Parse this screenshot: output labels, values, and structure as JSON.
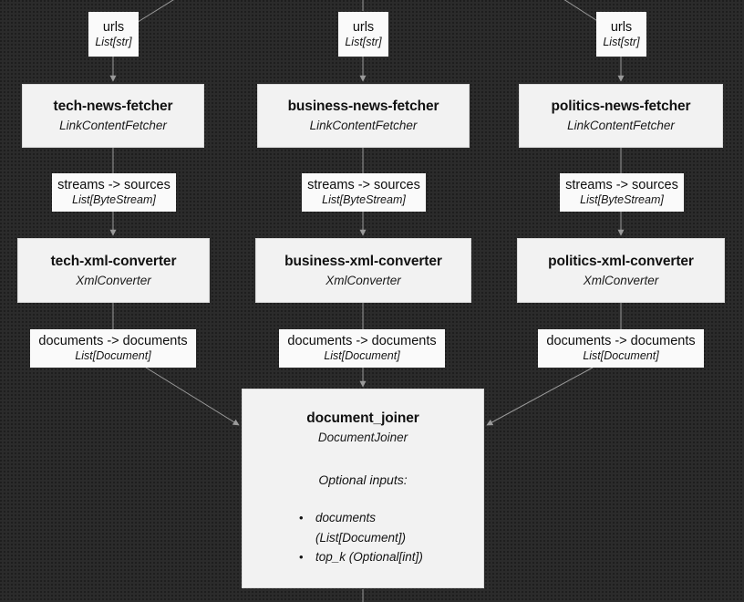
{
  "diagram": {
    "background_color": "#2b2b2b",
    "node_fill": "#f2f2f2",
    "label_fill": "#fafafa",
    "edge_color": "#9a9a9a",
    "text_color": "#111111",
    "columns": [
      {
        "key": "tech",
        "source_label": {
          "name": "urls",
          "type": "List[str]"
        },
        "fetcher": {
          "title": "tech-news-fetcher",
          "type": "LinkContentFetcher"
        },
        "fetch_edge": {
          "name": "streams -> sources",
          "type": "List[ByteStream]"
        },
        "converter": {
          "title": "tech-xml-converter",
          "type": "XmlConverter"
        },
        "convert_edge": {
          "name": "documents -> documents",
          "type": "List[Document]"
        }
      },
      {
        "key": "business",
        "source_label": {
          "name": "urls",
          "type": "List[str]"
        },
        "fetcher": {
          "title": "business-news-fetcher",
          "type": "LinkContentFetcher"
        },
        "fetch_edge": {
          "name": "streams -> sources",
          "type": "List[ByteStream]"
        },
        "converter": {
          "title": "business-xml-converter",
          "type": "XmlConverter"
        },
        "convert_edge": {
          "name": "documents -> documents",
          "type": "List[Document]"
        }
      },
      {
        "key": "politics",
        "source_label": {
          "name": "urls",
          "type": "List[str]"
        },
        "fetcher": {
          "title": "politics-news-fetcher",
          "type": "LinkContentFetcher"
        },
        "fetch_edge": {
          "name": "streams -> sources",
          "type": "List[ByteStream]"
        },
        "converter": {
          "title": "politics-xml-converter",
          "type": "XmlConverter"
        },
        "convert_edge": {
          "name": "documents -> documents",
          "type": "List[Document]"
        }
      }
    ],
    "joiner": {
      "title": "document_joiner",
      "type": "DocumentJoiner",
      "optional_heading": "Optional inputs:",
      "optional_inputs": [
        {
          "name": "documents",
          "type": "(List[Document])"
        },
        {
          "name": "top_k (Optional[int])",
          "type": ""
        }
      ]
    }
  }
}
